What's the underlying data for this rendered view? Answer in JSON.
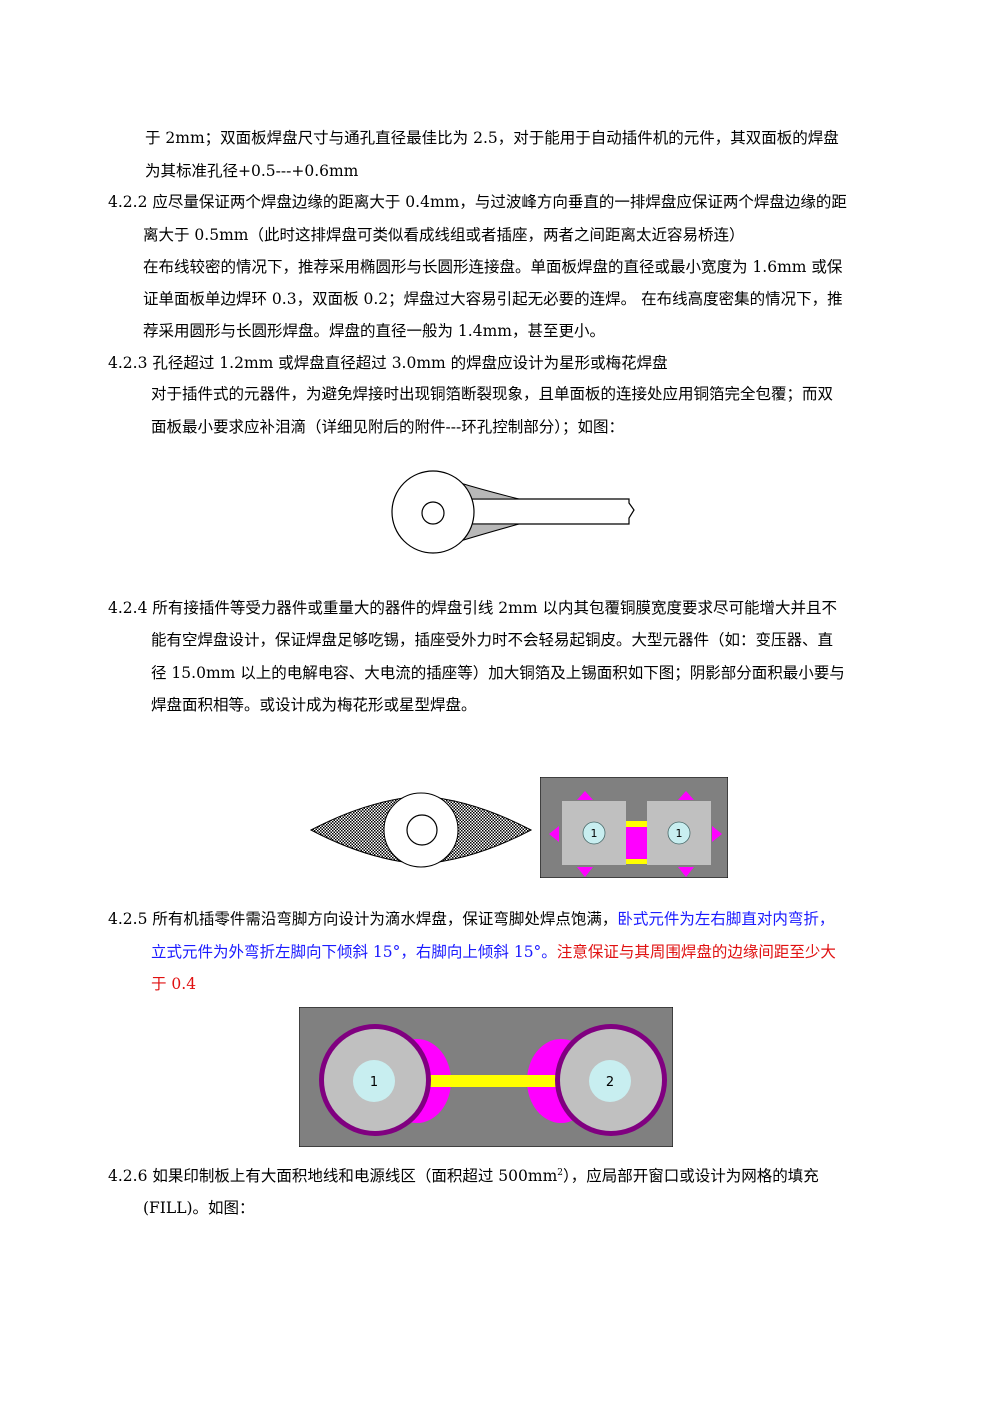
{
  "content": {
    "p1_l1": "于 2mm；双面板焊盘尺寸与通孔直径最佳比为 2.5，对于能用于自动插件机的元件，其双面板的焊盘",
    "p1_l2": "为其标准孔径+0.5---+0.6mm",
    "s422_l1": "4.2.2  应尽量保证两个焊盘边缘的距离大于 0.4mm，与过波峰方向垂直的一排焊盘应保证两个焊盘边缘的距",
    "s422_l2": "离大于 0.5mm（此时这排焊盘可类似看成线组或者插座，两者之间距离太近容易桥连）",
    "s422_l3": "在布线较密的情况下，推荐采用椭圆形与长圆形连接盘。单面板焊盘的直径或最小宽度为 1.6mm 或保",
    "s422_l4": "证单面板单边焊环 0.3，双面板 0.2；焊盘过大容易引起无必要的连焊。  在布线高度密集的情况下，推",
    "s422_l5": "荐采用圆形与长圆形焊盘。焊盘的直径一般为 1.4mm，甚至更小。",
    "s423_l1": "4.2.3  孔径超过 1.2mm 或焊盘直径超过 3.0mm 的焊盘应设计为星形或梅花焊盘",
    "s423_l2": "对于插件式的元器件，为避免焊接时出现铜箔断裂现象，且单面板的连接处应用铜箔完全包覆；而双",
    "s423_l3": "面板最小要求应补泪滴（详细见附后的附件---环孔控制部分）；如图：",
    "s424_l1": "4.2.4 所有接插件等受力器件或重量大的器件的焊盘引线 2mm 以内其包覆铜膜宽度要求尽可能增大并且不",
    "s424_l2": "能有空焊盘设计，保证焊盘足够吃锡，插座受外力时不会轻易起铜皮。大型元器件（如：变压器、直",
    "s424_l3": "径 15.0mm 以上的电解电容、大电流的插座等）加大铜箔及上锡面积如下图；阴影部分面积最小要与",
    "s424_l4": "焊盘面积相等。或设计成为梅花形或星型焊盘。",
    "s425_l1_black": "4.2.5  所有机插零件需沿弯脚方向设计为滴水焊盘，保证弯脚处焊点饱满，",
    "s425_l1_blue": "卧式元件为左右脚直对内弯折，",
    "s425_l2_blue": "立式元件为外弯折左脚向下倾斜 15°，右脚向上倾斜 15°。",
    "s425_l2_red": "注意保证与其周围焊盘的边缘间距至少大",
    "s425_l3_red": "于 0.4",
    "s426_l1_a": "4.2.6  如果印制板上有大面积地线和电源线区（面积超过 500mm",
    "s426_l1_sup": "2",
    "s426_l1_b": "），应局部开窗口或设计为网格的填充",
    "s426_l2": "(FILL)。如图："
  },
  "figures": {
    "pads_square_labels": [
      "1",
      "1"
    ],
    "pads_round_labels": [
      "1",
      "2"
    ]
  },
  "colors": {
    "blue_text": "#1a1aff",
    "red_text": "#e01010",
    "board_gray": "#808080",
    "pad_gray": "#c0c0c0",
    "magenta": "#ff00ff",
    "yellow": "#ffff00",
    "purple_ring": "#800080",
    "hole_cyan": "#c8eef0"
  }
}
